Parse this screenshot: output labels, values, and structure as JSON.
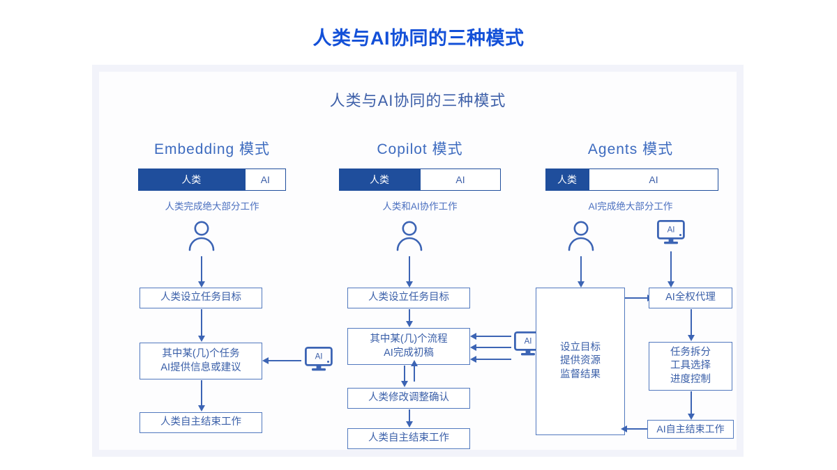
{
  "page": {
    "title": "人类与AI协同的三种模式"
  },
  "card": {
    "title": "人类与AI协同的三种模式"
  },
  "colors": {
    "title_blue": "#1350D8",
    "dark_blue": "#1F4E9C",
    "mid_blue": "#3D6BBF",
    "box_border": "#5178BE",
    "box_text": "#3A5FA8",
    "card_bg": "#F2F3FA",
    "card_inner_bg": "#FDFDFE"
  },
  "columns": [
    {
      "heading": "Embedding 模式",
      "bar": {
        "human_label": "人类",
        "ai_label": "AI",
        "human_percent": 72,
        "ai_percent": 28
      },
      "caption": "人类完成绝大部分工作",
      "actor_icons": [
        "person-icon"
      ],
      "boxes": [
        {
          "lines": [
            "人类设立任务目标"
          ]
        },
        {
          "lines": [
            "其中某(几)个任务",
            "AI提供信息或建议"
          ]
        },
        {
          "lines": [
            "人类自主结束工作"
          ]
        }
      ],
      "ai_device": {
        "label": "AI",
        "arrow_count": 1,
        "arrow_direction": "left"
      }
    },
    {
      "heading": "Copilot 模式",
      "bar": {
        "human_label": "人类",
        "ai_label": "AI",
        "human_percent": 50,
        "ai_percent": 50
      },
      "caption": "人类和AI协作工作",
      "actor_icons": [
        "person-icon"
      ],
      "boxes": [
        {
          "lines": [
            "人类设立任务目标"
          ]
        },
        {
          "lines": [
            "其中某(几)个流程",
            "AI完成初稿"
          ]
        },
        {
          "lines": [
            "人类修改调整确认"
          ]
        },
        {
          "lines": [
            "人类自主结束工作"
          ]
        }
      ],
      "ai_device": {
        "label": "AI",
        "arrow_count": 3,
        "arrow_direction": "left"
      }
    },
    {
      "heading": "Agents 模式",
      "bar": {
        "human_label": "人类",
        "ai_label": "AI",
        "human_percent": 25,
        "ai_percent": 75
      },
      "caption": "AI完成绝大部分工作",
      "actor_icons": [
        "person-icon",
        "ai-monitor-icon"
      ],
      "boxes": [
        {
          "lines": [
            "设立目标",
            "提供资源",
            "监督结果"
          ]
        },
        {
          "lines": [
            "AI全权代理"
          ]
        },
        {
          "lines": [
            "任务拆分",
            "工具选择",
            "进度控制"
          ]
        },
        {
          "lines": [
            "AI自主结束工作"
          ]
        }
      ],
      "ai_device": {
        "label": "AI",
        "arrow_count": 0,
        "arrow_direction": "down"
      }
    }
  ]
}
